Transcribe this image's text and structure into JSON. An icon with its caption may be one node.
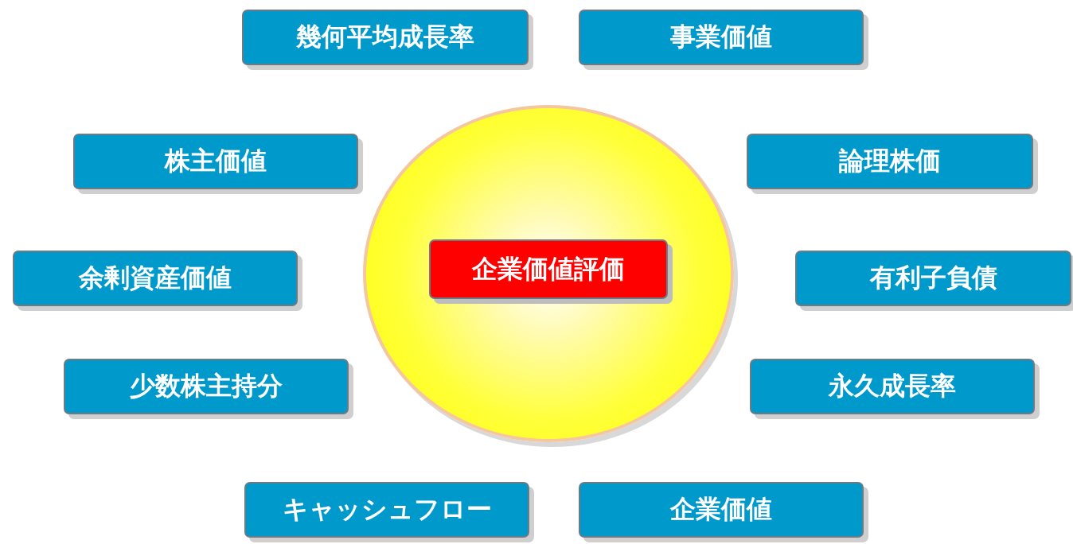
{
  "diagram": {
    "nodes": [
      {
        "text": [
          "幾何平均成長率"
        ]
      },
      {
        "text": [
          "事業価値"
        ]
      },
      {
        "text": [
          "株主価値"
        ]
      },
      {
        "text": [
          "論理株価"
        ]
      },
      {
        "text": [],
        "shape": "circle"
      },
      {
        "text": [
          "企業価値評価"
        ],
        "in": 4
      },
      {
        "text": [
          "余剰資産価値"
        ]
      },
      {
        "text": [
          "有利子負債"
        ]
      },
      {
        "text": [
          "少数株主持分"
        ]
      },
      {
        "text": [
          "永久成長率"
        ]
      },
      {
        "text": [
          "キャッシュフロー"
        ]
      },
      {
        "text": [
          "企業価値"
        ]
      }
    ]
  }
}
